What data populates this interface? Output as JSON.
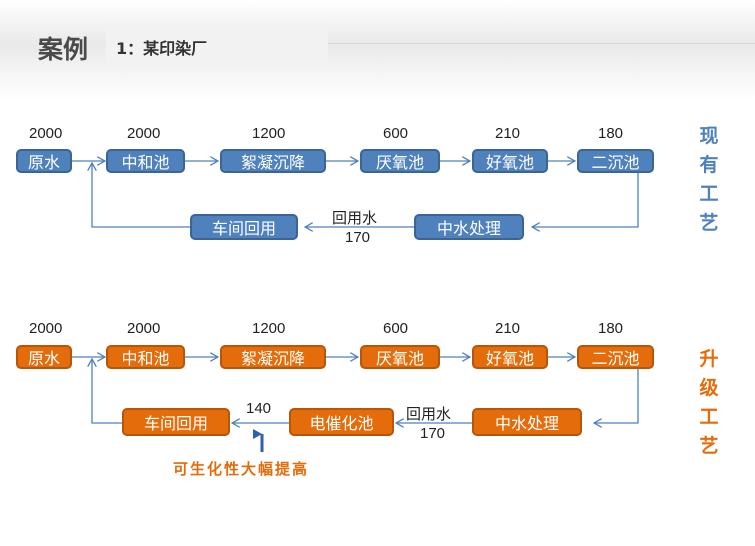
{
  "title": {
    "main": "案例",
    "sub": "1：某印染厂"
  },
  "flow_current": {
    "label_chars": [
      "现",
      "有",
      "工",
      "艺"
    ],
    "numbers": [
      "2000",
      "2000",
      "1200",
      "600",
      "210",
      "180"
    ],
    "boxes": [
      "原水",
      "中和池",
      "絮凝沉降",
      "厌氧池",
      "好氧池",
      "二沉池"
    ],
    "reuse_box": "车间回用",
    "reclaim_box": "中水处理",
    "reuse_label": "回用水",
    "reuse_value": "170"
  },
  "flow_upgrade": {
    "label_chars": [
      "升",
      "级",
      "工",
      "艺"
    ],
    "numbers": [
      "2000",
      "2000",
      "1200",
      "600",
      "210",
      "180"
    ],
    "boxes": [
      "原水",
      "中和池",
      "絮凝沉降",
      "厌氧池",
      "好氧池",
      "二沉池"
    ],
    "reuse_box": "车间回用",
    "electro_box": "电催化池",
    "reclaim_box": "中水处理",
    "after_electro_value": "140",
    "reuse_label": "回用水",
    "reuse_value": "170",
    "note": "可生化性大幅提高"
  },
  "colors": {
    "blue": "#4f81bd",
    "orange": "#e46c0a",
    "arrow": "#4f81bd",
    "label_blue": "#4f81bd",
    "label_orange": "#e46c0a"
  }
}
